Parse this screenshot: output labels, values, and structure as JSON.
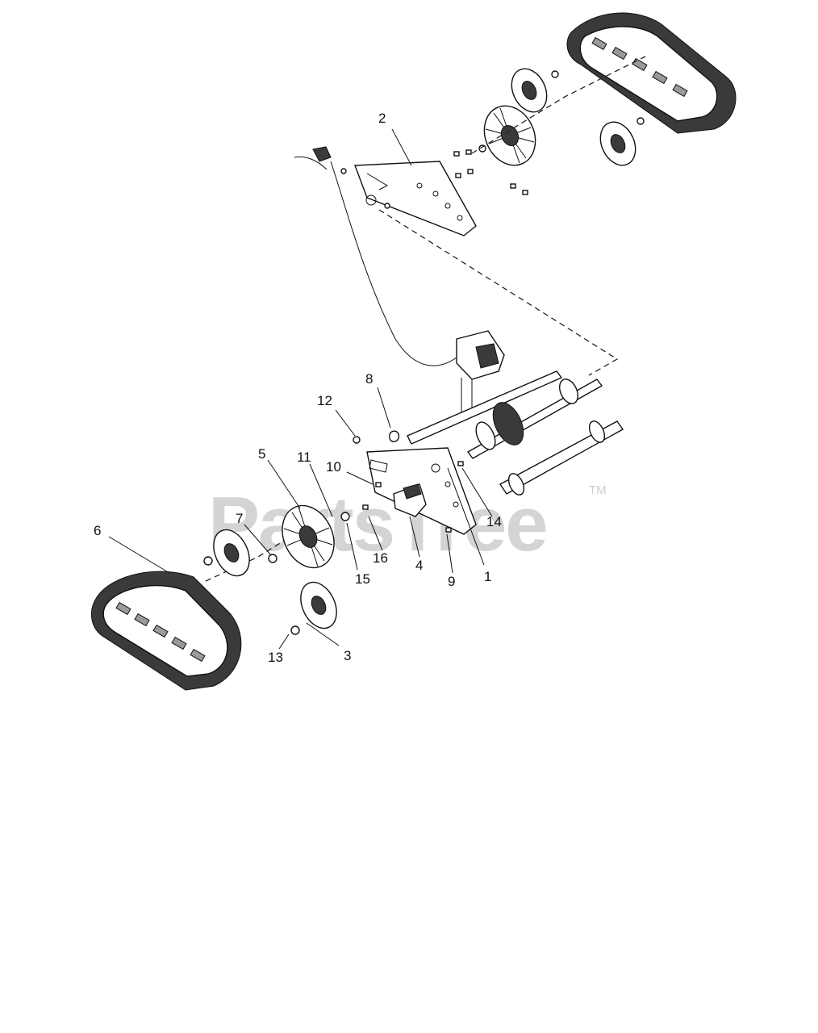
{
  "watermark": {
    "text": "PartsTree",
    "tm": "TM"
  },
  "callouts": [
    "1",
    "2",
    "3",
    "4",
    "5",
    "6",
    "7",
    "8",
    "9",
    "10",
    "11",
    "12",
    "13",
    "14",
    "15",
    "16"
  ]
}
